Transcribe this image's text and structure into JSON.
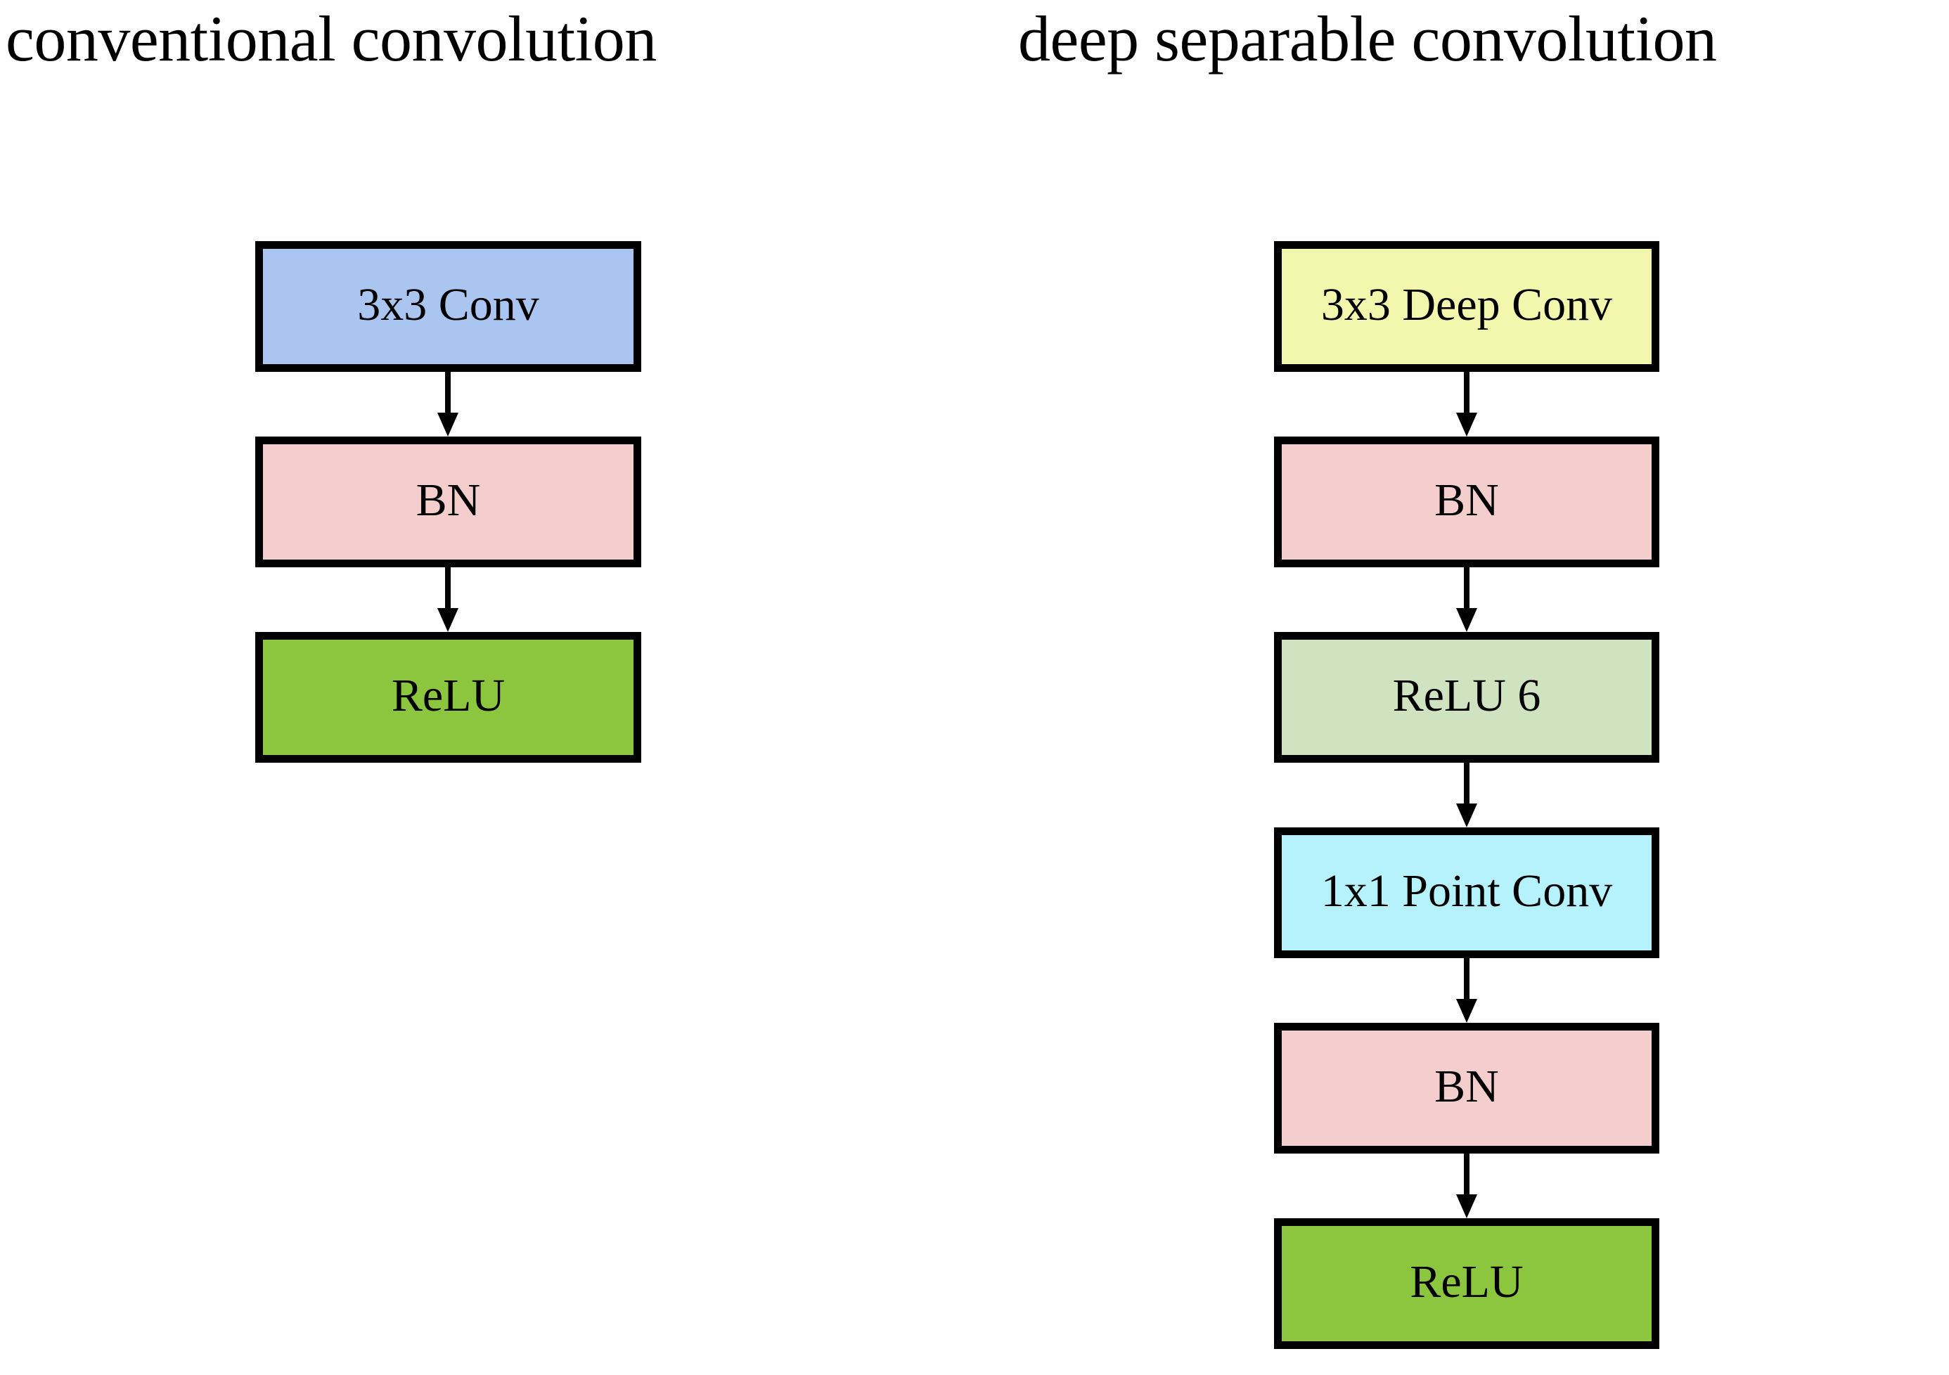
{
  "figure": {
    "type": "flow-diagram",
    "background": "#ffffff",
    "columns": [
      {
        "id": "conventional",
        "title": "conventional convolution",
        "nodes": [
          {
            "label": "3x3 Conv",
            "fill": "#a9c5f0"
          },
          {
            "label": "BN",
            "fill": "#f4cdcd"
          },
          {
            "label": "ReLU",
            "fill": "#8cc63e"
          }
        ],
        "arrows": 2
      },
      {
        "id": "deep-separable",
        "title": "deep separable convolution",
        "nodes": [
          {
            "label": "3x3 Deep Conv",
            "fill": "#f3f7ad"
          },
          {
            "label": "BN",
            "fill": "#f4cdcd"
          },
          {
            "label": "ReLU 6",
            "fill": "#cfe3c0"
          },
          {
            "label": "1x1 Point Conv",
            "fill": "#b5f2fb"
          },
          {
            "label": "BN",
            "fill": "#f4cdcd"
          },
          {
            "label": "ReLU",
            "fill": "#8cc63e"
          }
        ],
        "arrows": 5
      }
    ],
    "palette": {
      "border": "#000000",
      "text": "#000000",
      "conv_blue": "#a9c5f0",
      "bn_pink": "#f4cdcd",
      "relu_green": "#8cc63e",
      "deep_conv_yellow": "#f3f7ad",
      "relu6_green": "#cfe3c0",
      "point_conv_cyan": "#b5f2fb"
    }
  }
}
